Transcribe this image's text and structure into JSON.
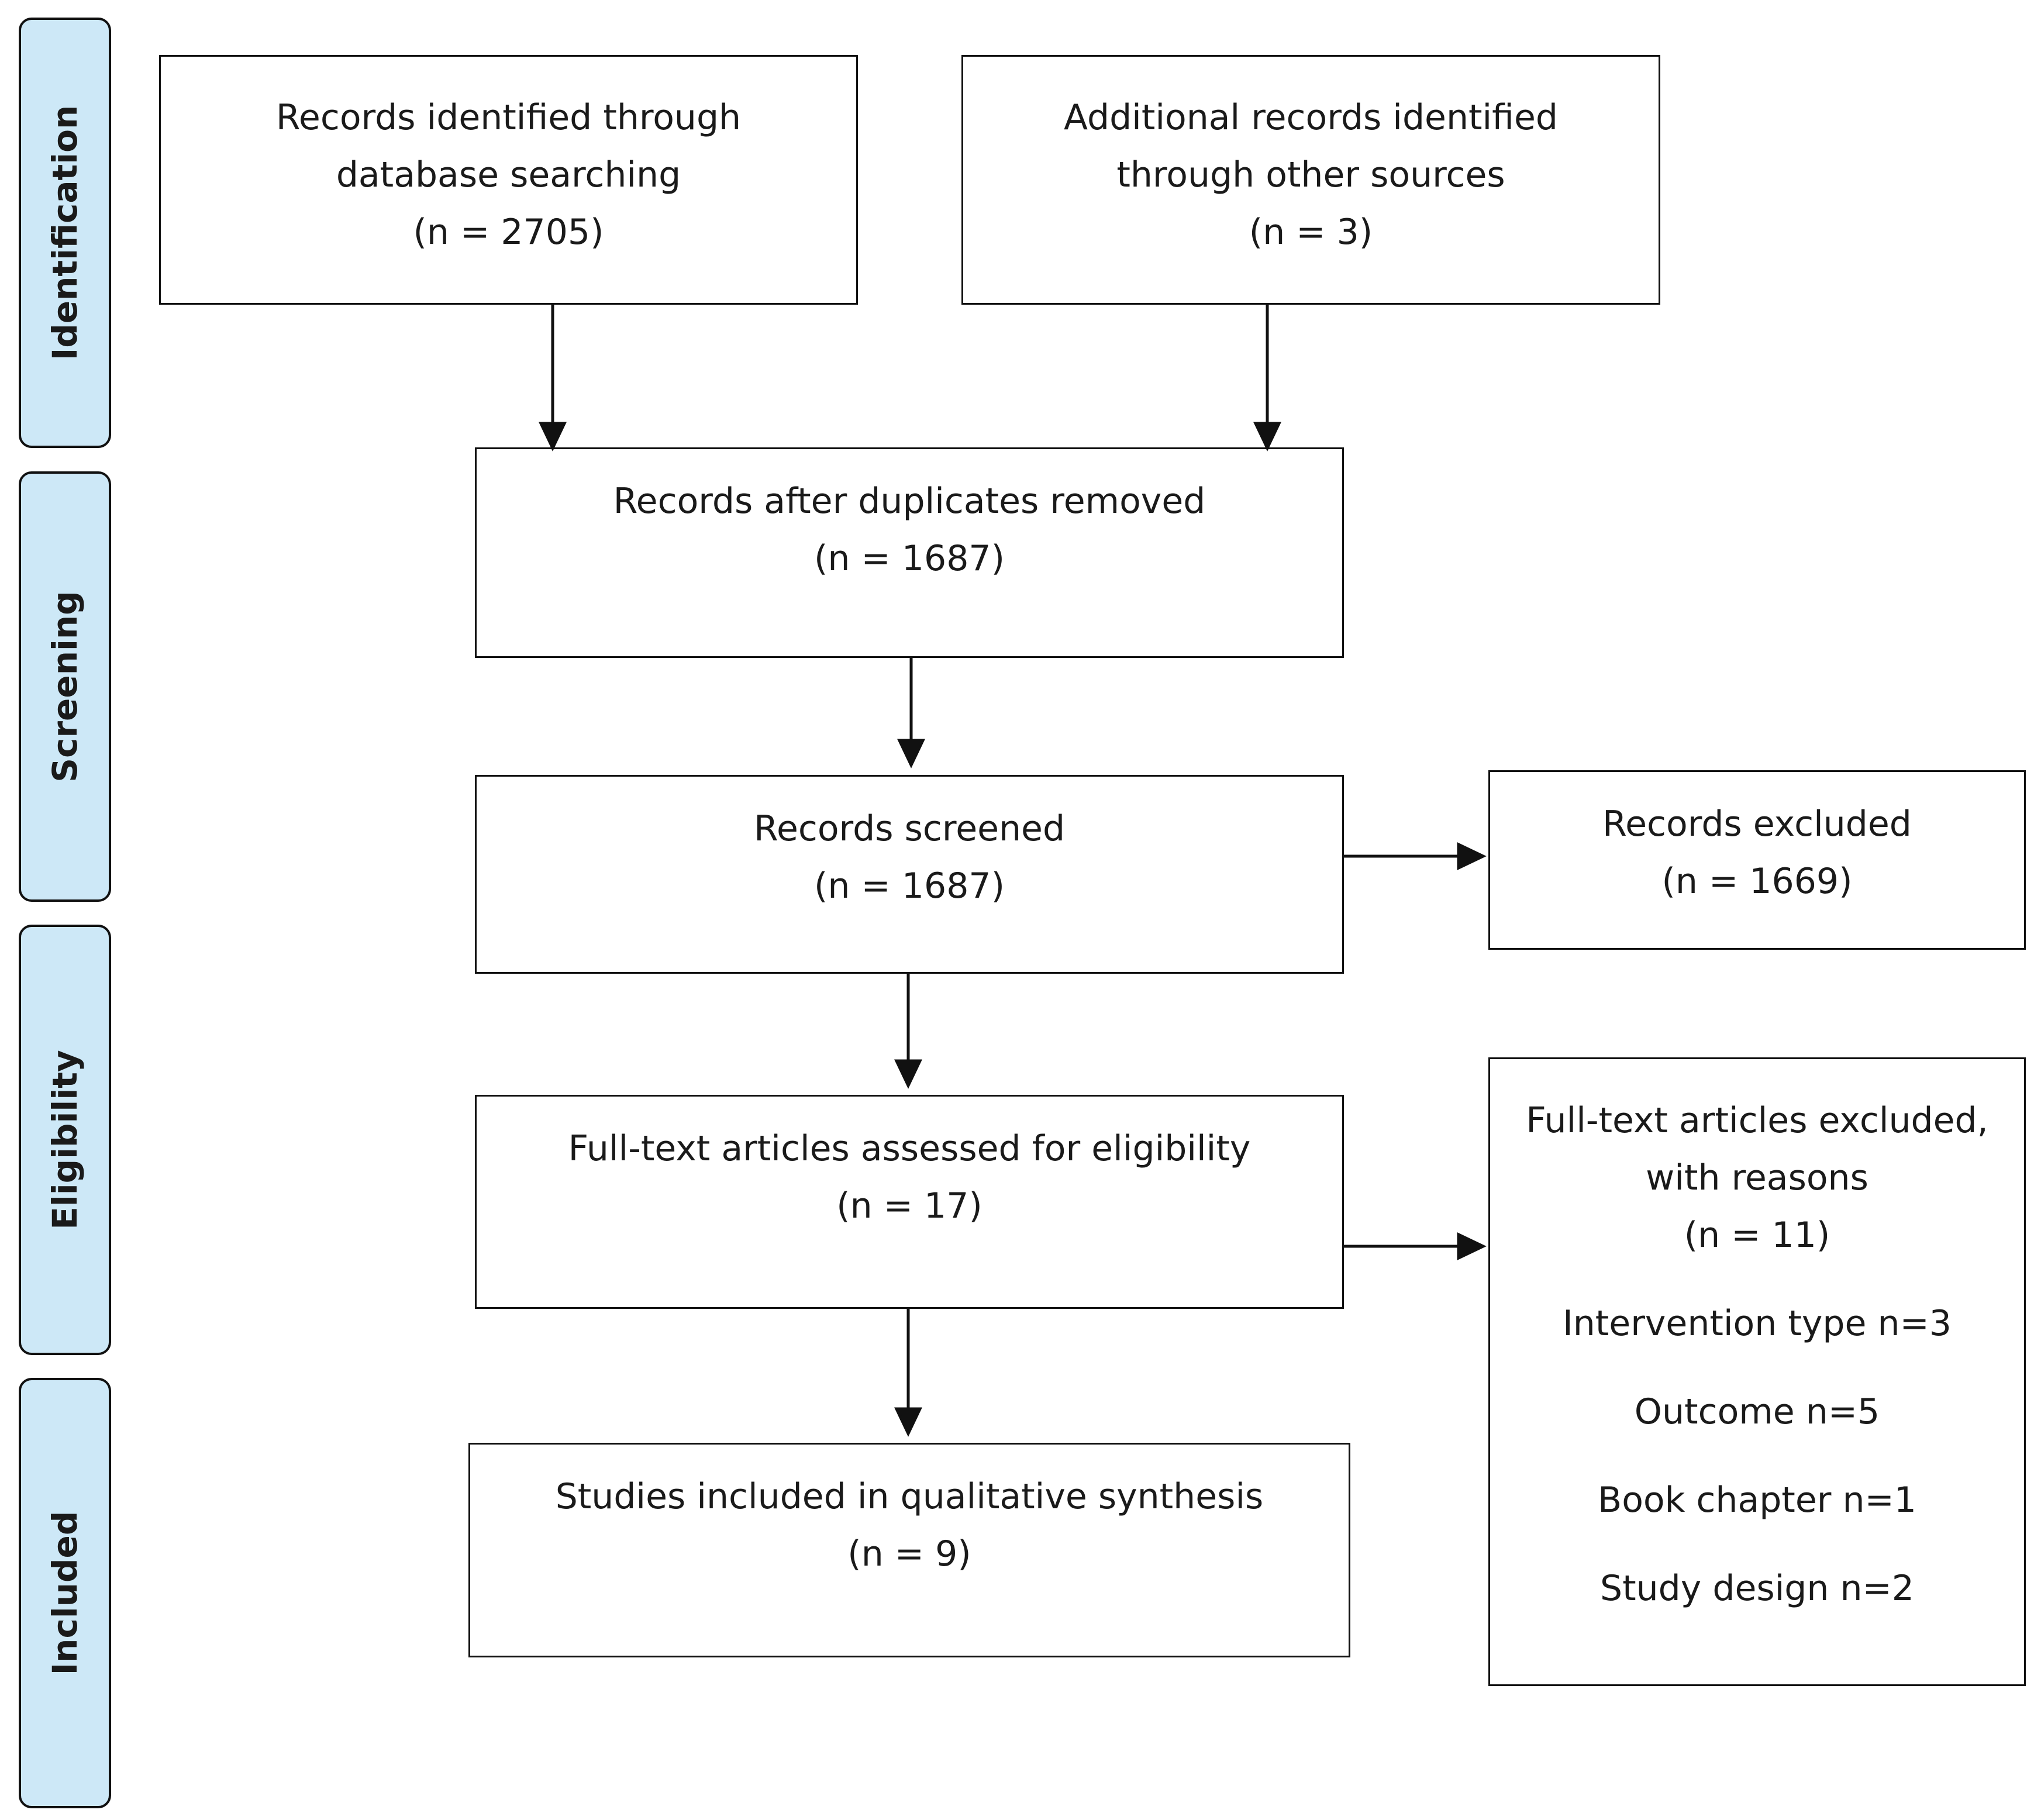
{
  "phases": {
    "identification": "Identification",
    "screening": "Screening",
    "eligibility": "Eligibility",
    "included": "Included"
  },
  "boxes": {
    "database_records": {
      "line1": "Records identified through",
      "line2": "database searching",
      "count": "(n = 2705)"
    },
    "other_records": {
      "line1": "Additional records identified",
      "line2": "through other sources",
      "count": "(n = 3)"
    },
    "after_duplicates": {
      "line1": "Records after duplicates removed",
      "count": "(n = 1687)"
    },
    "screened": {
      "line1": "Records screened",
      "count": "(n = 1687)"
    },
    "excluded": {
      "line1": "Records excluded",
      "count": "(n = 1669)"
    },
    "full_text_assessed": {
      "line1": "Full-text articles assessed for eligibility",
      "count": "(n = 17)"
    },
    "full_text_excluded": {
      "line1": "Full-text articles excluded,",
      "line2": "with reasons",
      "count": "(n = 11)",
      "reasons": [
        "Intervention type n=3",
        "Outcome n=5",
        "Book chapter n=1",
        "Study design n=2"
      ]
    },
    "included_studies": {
      "line1": "Studies included in qualitative synthesis",
      "count": "(n =  9)"
    }
  },
  "colors": {
    "phase_fill": "#cde8f7",
    "line": "#111111"
  }
}
